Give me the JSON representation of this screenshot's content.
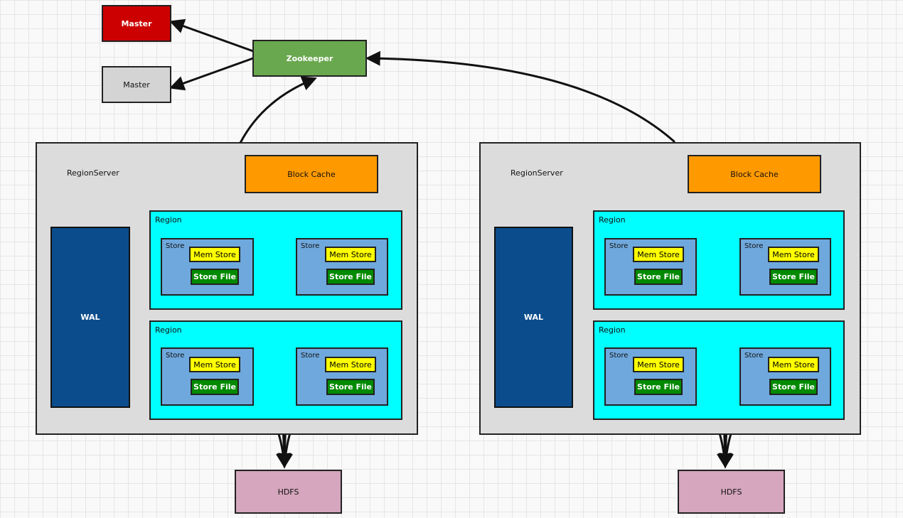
{
  "masters": [
    {
      "label": "Master",
      "status": "active"
    },
    {
      "label": "Master",
      "status": "standby"
    }
  ],
  "zookeeper": {
    "label": "Zookeeper"
  },
  "servers": [
    {
      "label": "RegionServer",
      "block_cache": "Block Cache",
      "wal": "WAL",
      "regions": [
        {
          "label": "Region",
          "stores": [
            {
              "label": "Store",
              "memstore": "Mem Store",
              "storefile": "Store File"
            },
            {
              "label": "Store",
              "memstore": "Mem Store",
              "storefile": "Store File"
            }
          ]
        },
        {
          "label": "Region",
          "stores": [
            {
              "label": "Store",
              "memstore": "Mem Store",
              "storefile": "Store File"
            },
            {
              "label": "Store",
              "memstore": "Mem Store",
              "storefile": "Store File"
            }
          ]
        }
      ],
      "hdfs": "HDFS"
    },
    {
      "label": "RegionServer",
      "block_cache": "Block Cache",
      "wal": "WAL",
      "regions": [
        {
          "label": "Region",
          "stores": [
            {
              "label": "Store",
              "memstore": "Mem Store",
              "storefile": "Store File"
            },
            {
              "label": "Store",
              "memstore": "Mem Store",
              "storefile": "Store File"
            }
          ]
        },
        {
          "label": "Region",
          "stores": [
            {
              "label": "Store",
              "memstore": "Mem Store",
              "storefile": "Store File"
            },
            {
              "label": "Store",
              "memstore": "Mem Store",
              "storefile": "Store File"
            }
          ]
        }
      ],
      "hdfs": "HDFS"
    }
  ],
  "colors": {
    "master_active": "#cc0000",
    "master_standby": "#d4d4d4",
    "zookeeper": "#6aa84f",
    "region_server": "#dcdcdc",
    "block_cache": "#ff9900",
    "wal": "#0b4d8c",
    "region": "#00ffff",
    "store": "#6fa8dc",
    "memstore": "#ffff00",
    "storefile": "#008a00",
    "hdfs": "#d5a6bd"
  }
}
